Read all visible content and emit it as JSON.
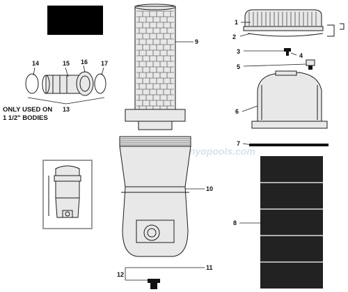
{
  "labels": {
    "p1": "1",
    "p2": "2",
    "p3": "3",
    "p4": "4",
    "p5": "5",
    "p6": "6",
    "p7": "7",
    "p8": "8",
    "p9": "9",
    "p10": "10",
    "p11": "11",
    "p12": "12",
    "p13": "13",
    "p14": "14",
    "p15": "15",
    "p16": "16",
    "p17": "17"
  },
  "note": {
    "line1": "ONLY USED ON",
    "line2": "1 1/2\" BODIES"
  },
  "watermark": "inyopools.com",
  "colors": {
    "ink": "#1a1a1a",
    "black_box": "#000000",
    "inset_border": "#9a9a9a",
    "cartridge": "#222222"
  }
}
